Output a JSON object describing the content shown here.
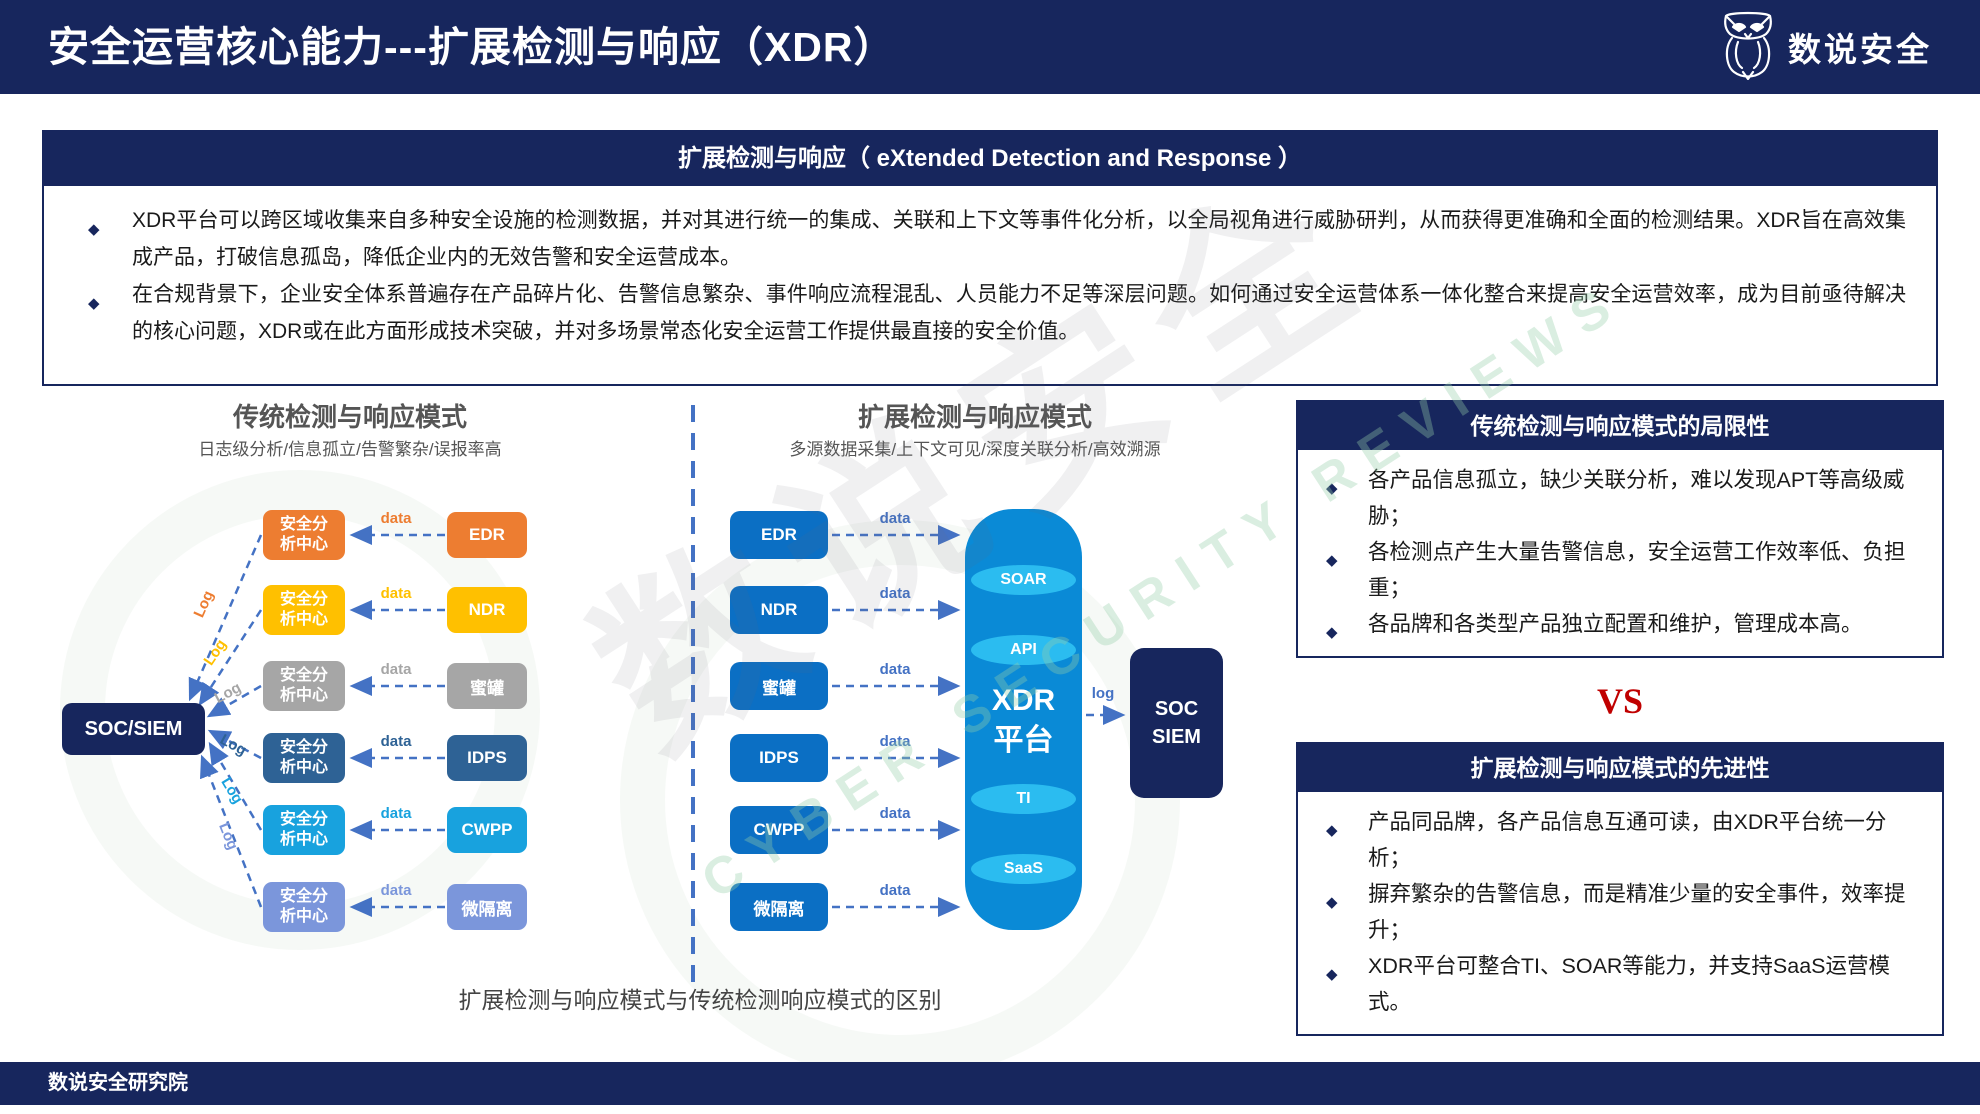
{
  "header": {
    "title": "安全运营核心能力---扩展检测与响应（XDR）",
    "brand": "数说安全"
  },
  "intro": {
    "title": "扩展检测与响应（ eXtended Detection and Response ）",
    "bullets": [
      "XDR平台可以跨区域收集来自多种安全设施的检测数据，并对其进行统一的集成、关联和上下文等事件化分析，以全局视角进行威胁研判，从而获得更准确和全面的检测结果。XDR旨在高效集成产品，打破信息孤岛，降低企业内的无效告警和安全运营成本。",
      "在合规背景下，企业安全体系普遍存在产品碎片化、告警信息繁杂、事件响应流程混乱、人员能力不足等深层问题。如何通过安全运营体系一体化整合来提高安全运营效率，成为目前亟待解决的核心问题，XDR或在此方面形成技术突破，并对多场景常态化安全运营工作提供最直接的安全价值。"
    ]
  },
  "left": {
    "title": "传统检测与响应模式",
    "subtitle": "日志级分析/信息孤立/告警繁杂/误报率高",
    "soc": "SOC/SIEM",
    "analysis": "安全分析中心",
    "data_label": "data",
    "log_label": "Log",
    "rows": [
      {
        "product": "EDR",
        "color": "#ED7D31"
      },
      {
        "product": "NDR",
        "color": "#FFC000"
      },
      {
        "product": "蜜罐",
        "color": "#A6A6A6"
      },
      {
        "product": "IDPS",
        "color": "#2E6295"
      },
      {
        "product": "CWPP",
        "color": "#18A2DE"
      },
      {
        "product": "微隔离",
        "color": "#7B96DB"
      }
    ]
  },
  "middle": {
    "title": "扩展检测与响应模式",
    "subtitle": "多源数据采集/上下文可见/深度关联分析/高效溯源",
    "data_label": "data",
    "log_label": "log",
    "node_color": "#0B6FC4",
    "nodes": [
      "EDR",
      "NDR",
      "蜜罐",
      "IDPS",
      "CWPP",
      "微隔离"
    ],
    "xdr": {
      "line1": "XDR",
      "line2": "平台",
      "color": "#0A8AD6"
    },
    "oval_color": "#2BBCF0",
    "ovals": [
      "SOAR",
      "API",
      "TI",
      "SaaS"
    ],
    "soc": {
      "line1": "SOC",
      "line2": "SIEM"
    }
  },
  "right": {
    "box1": {
      "title": "传统检测与响应模式的局限性",
      "bullets": [
        "各产品信息孤立，缺少关联分析，难以发现APT等高级威胁；",
        "各检测点产生大量告警信息，安全运营工作效率低、负担重；",
        "各品牌和各类型产品独立配置和维护，管理成本高。"
      ]
    },
    "vs": "VS",
    "box2": {
      "title": "扩展检测与响应模式的先进性",
      "bullets": [
        "产品同品牌，各产品信息互通可读，由XDR平台统一分析；",
        "摒弃繁杂的告警信息，而是精准少量的安全事件，效率提升；",
        "XDR平台可整合TI、SOAR等能力，并支持SaaS运营模式。"
      ]
    }
  },
  "caption": "扩展检测与响应模式与传统检测响应模式的区别",
  "footer": "数说安全研究院",
  "colors": {
    "navy": "#17265D",
    "arrow": "#4472C4",
    "vs_red": "#C00000"
  },
  "watermark": {
    "text_cn": "数说安全",
    "text_en": "CYBER SECURITY REVIEWS"
  }
}
